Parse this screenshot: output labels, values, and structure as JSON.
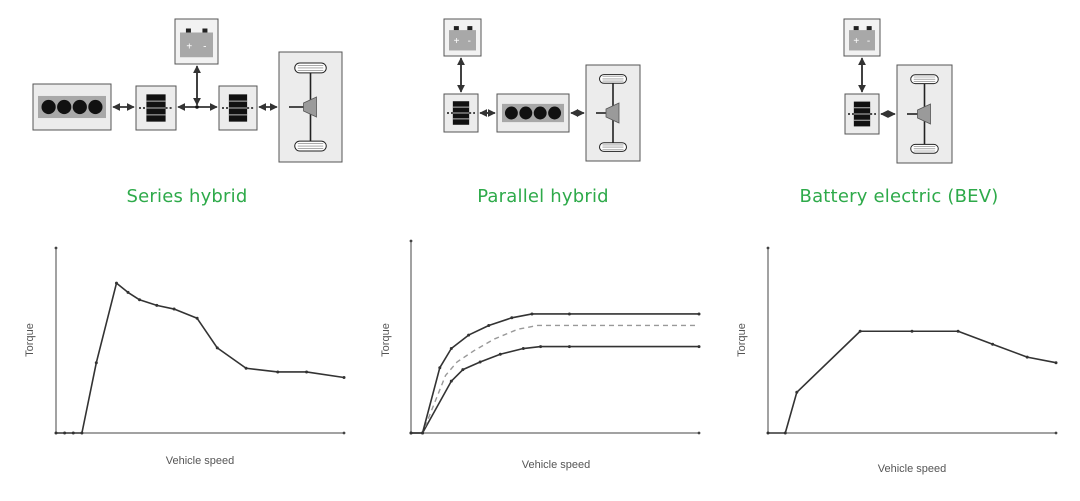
{
  "colors": {
    "title": "#2eaa4a",
    "line": "#333333",
    "box_fill": "#ececec",
    "box_stroke": "#555555",
    "dashed": "#999999"
  },
  "architectures": [
    {
      "title": "Series hybrid",
      "components": [
        "engine-icon",
        "generator-icon",
        "battery-icon",
        "motor-icon",
        "axle-wheels-icon"
      ]
    },
    {
      "title": "Parallel hybrid",
      "components": [
        "battery-icon",
        "motor-icon",
        "engine-icon",
        "axle-wheels-icon"
      ]
    },
    {
      "title": "Battery electric (BEV)",
      "components": [
        "battery-icon",
        "motor-icon",
        "axle-wheels-icon"
      ]
    }
  ],
  "battery_symbols": {
    "plus": "+",
    "minus": "-"
  },
  "chart_data": [
    {
      "type": "line",
      "xlabel": "Vehicle speed",
      "ylabel": "Torque",
      "xlim": [
        0,
        100
      ],
      "ylim": [
        0,
        100
      ],
      "series": [
        {
          "style": "solid",
          "x": [
            0,
            3,
            6,
            9,
            14,
            21,
            25,
            29,
            35,
            41,
            49,
            56,
            66,
            77,
            87,
            100
          ],
          "y": [
            0,
            0,
            0,
            0,
            38,
            81,
            76,
            72,
            69,
            67,
            62,
            46,
            35,
            33,
            33,
            30
          ]
        }
      ]
    },
    {
      "type": "line",
      "xlabel": "Vehicle speed",
      "ylabel": "Torque",
      "xlim": [
        0,
        100
      ],
      "ylim": [
        0,
        100
      ],
      "series": [
        {
          "style": "solid",
          "x": [
            0,
            4,
            14,
            18,
            24,
            31,
            39,
            45,
            55,
            100
          ],
          "y": [
            0,
            0,
            27,
            33,
            37,
            41,
            44,
            45,
            45,
            45
          ]
        },
        {
          "style": "dashed",
          "x": [
            0,
            4,
            12,
            16,
            22,
            29,
            37,
            44,
            55,
            100
          ],
          "y": [
            0,
            0,
            30,
            37,
            43,
            49,
            54,
            56,
            56,
            56
          ]
        },
        {
          "style": "solid",
          "x": [
            0,
            4,
            10,
            14,
            20,
            27,
            35,
            42,
            55,
            100
          ],
          "y": [
            0,
            0,
            34,
            44,
            51,
            56,
            60,
            62,
            62,
            62
          ]
        }
      ]
    },
    {
      "type": "line",
      "xlabel": "Vehicle speed",
      "ylabel": "Torque",
      "xlim": [
        0,
        100
      ],
      "ylim": [
        0,
        100
      ],
      "series": [
        {
          "style": "solid",
          "x": [
            0,
            6,
            10,
            32,
            50,
            66,
            78,
            90,
            100
          ],
          "y": [
            0,
            0,
            22,
            55,
            55,
            55,
            48,
            41,
            38
          ]
        }
      ]
    }
  ]
}
